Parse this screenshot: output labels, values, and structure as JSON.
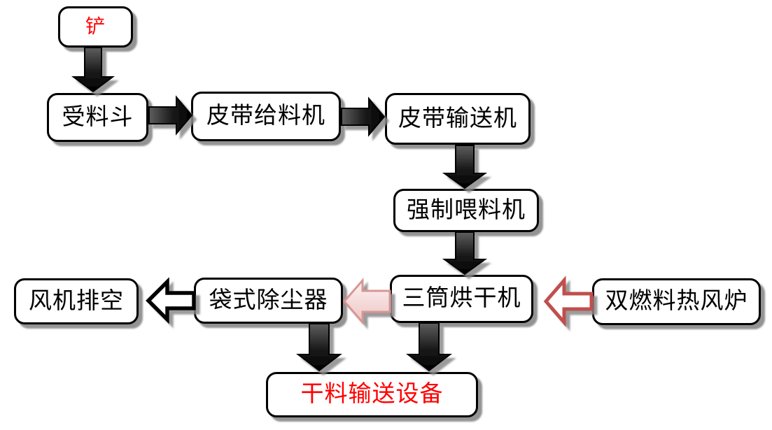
{
  "nodes": {
    "shovel": {
      "label": "铲",
      "text_color": "#ff0000"
    },
    "hopper": {
      "label": "受料斗",
      "text_color": "#000000"
    },
    "belt_feeder": {
      "label": "皮带给料机",
      "text_color": "#000000"
    },
    "belt_conveyor": {
      "label": "皮带输送机",
      "text_color": "#000000"
    },
    "forced_feeder": {
      "label": "强制喂料机",
      "text_color": "#000000"
    },
    "dryer": {
      "label": "三筒烘干机",
      "text_color": "#000000"
    },
    "furnace": {
      "label": "双燃料热风炉",
      "text_color": "#000000"
    },
    "bag_filter": {
      "label": "袋式除尘器",
      "text_color": "#000000"
    },
    "fan_exhaust": {
      "label": "风机排空",
      "text_color": "#000000"
    },
    "dry_conveyor": {
      "label": "干料输送设备",
      "text_color": "#ff0000"
    }
  },
  "edges": [
    {
      "from": "shovel",
      "to": "hopper",
      "style": "solid-black",
      "direction": "down"
    },
    {
      "from": "hopper",
      "to": "belt_feeder",
      "style": "solid-black",
      "direction": "right"
    },
    {
      "from": "belt_feeder",
      "to": "belt_conveyor",
      "style": "solid-black",
      "direction": "right"
    },
    {
      "from": "belt_conveyor",
      "to": "forced_feeder",
      "style": "solid-black",
      "direction": "down"
    },
    {
      "from": "forced_feeder",
      "to": "dryer",
      "style": "solid-black",
      "direction": "down"
    },
    {
      "from": "dryer",
      "to": "bag_filter",
      "style": "hollow-pink",
      "direction": "left"
    },
    {
      "from": "bag_filter",
      "to": "fan_exhaust",
      "style": "hollow-black",
      "direction": "left"
    },
    {
      "from": "furnace",
      "to": "dryer",
      "style": "hollow-red",
      "direction": "left"
    },
    {
      "from": "bag_filter",
      "to": "dry_conveyor",
      "style": "solid-black",
      "direction": "down"
    },
    {
      "from": "dryer",
      "to": "dry_conveyor",
      "style": "solid-black",
      "direction": "down"
    }
  ],
  "colors": {
    "background": "#ffffff",
    "box_fill": "#ffffff",
    "box_border": "#000000",
    "drop_shadow": "#808080",
    "red_text": "#ff0000",
    "solid_arrow_dark": "#000000",
    "solid_arrow_light": "#5e5e5e",
    "hollow_red_stroke": "#c0504d",
    "pink_stroke": "#d99694",
    "pink_fill_light": "#fdf4f4",
    "pink_fill_dark": "#eec5c3"
  }
}
